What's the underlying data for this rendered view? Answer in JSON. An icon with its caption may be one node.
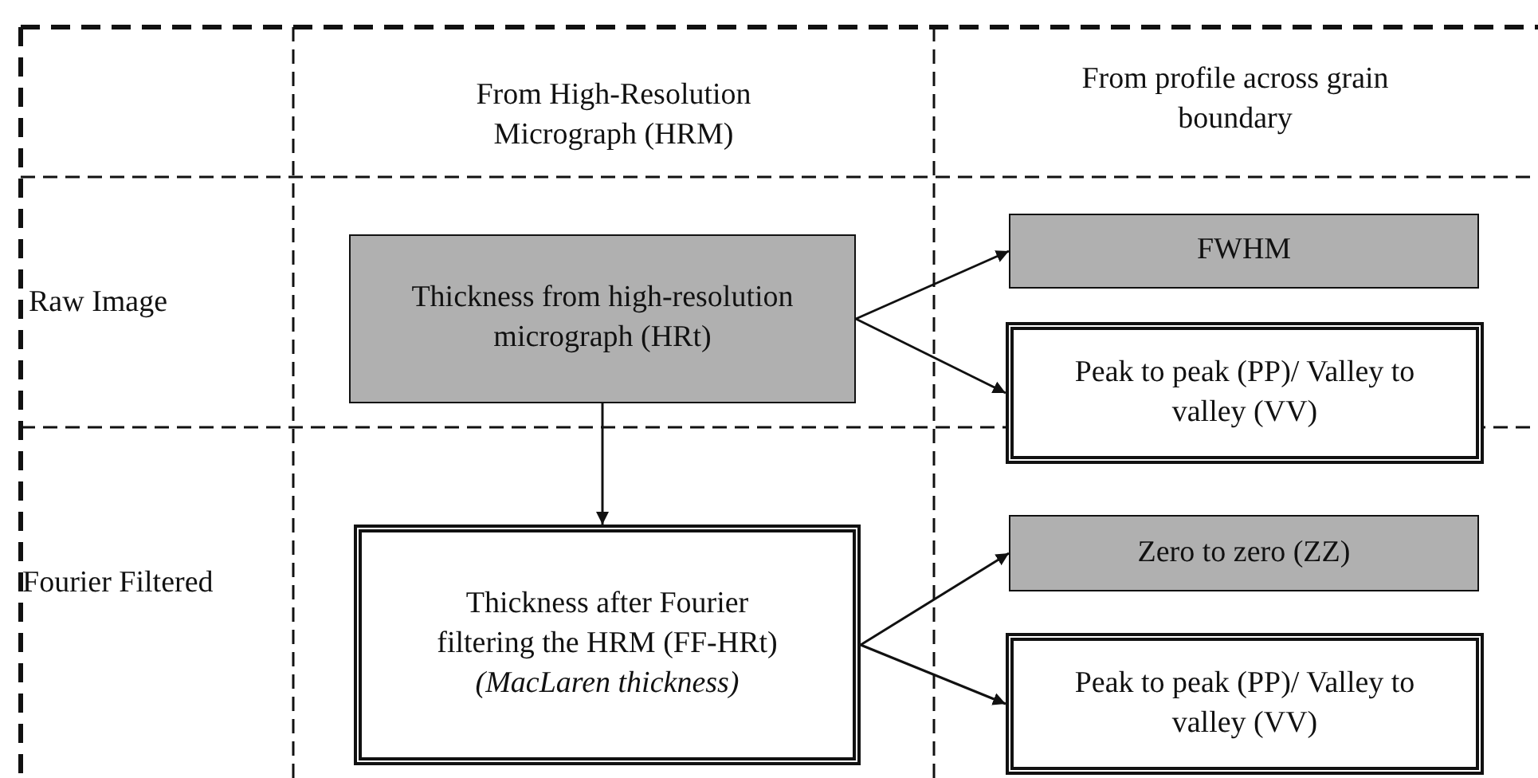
{
  "diagram": {
    "nodes": [
      {
        "text": [
          "Thickness from high-resolution micrograph (HRt)"
        ]
      },
      {
        "text": [
          "FWHM"
        ]
      },
      {
        "text": [
          "Peak to peak (PP)/ Valley to valley (VV)"
        ]
      },
      {
        "text": [
          "Thickness after Fourier filtering the HRM (FF-HRt)",
          "(MacLaren thickness)"
        ]
      },
      {
        "text": [
          "Zero to zero (ZZ)"
        ]
      },
      {
        "text": [
          "Peak to peak (PP)/ Valley to valley (VV)"
        ]
      }
    ],
    "edges": [
      {
        "from": 0,
        "to": 1,
        "arrow": "to"
      },
      {
        "from": 0,
        "to": 2,
        "arrow": "to"
      },
      {
        "from": 0,
        "to": 3,
        "arrow": "to"
      },
      {
        "from": 3,
        "to": 4,
        "arrow": "to"
      },
      {
        "from": 3,
        "to": 5,
        "arrow": "to"
      }
    ],
    "labels": [
      "From High-Resolution Micrograph (HRM)",
      "From profile across grain boundary",
      "Raw Image",
      "Fourier Filtered"
    ]
  }
}
